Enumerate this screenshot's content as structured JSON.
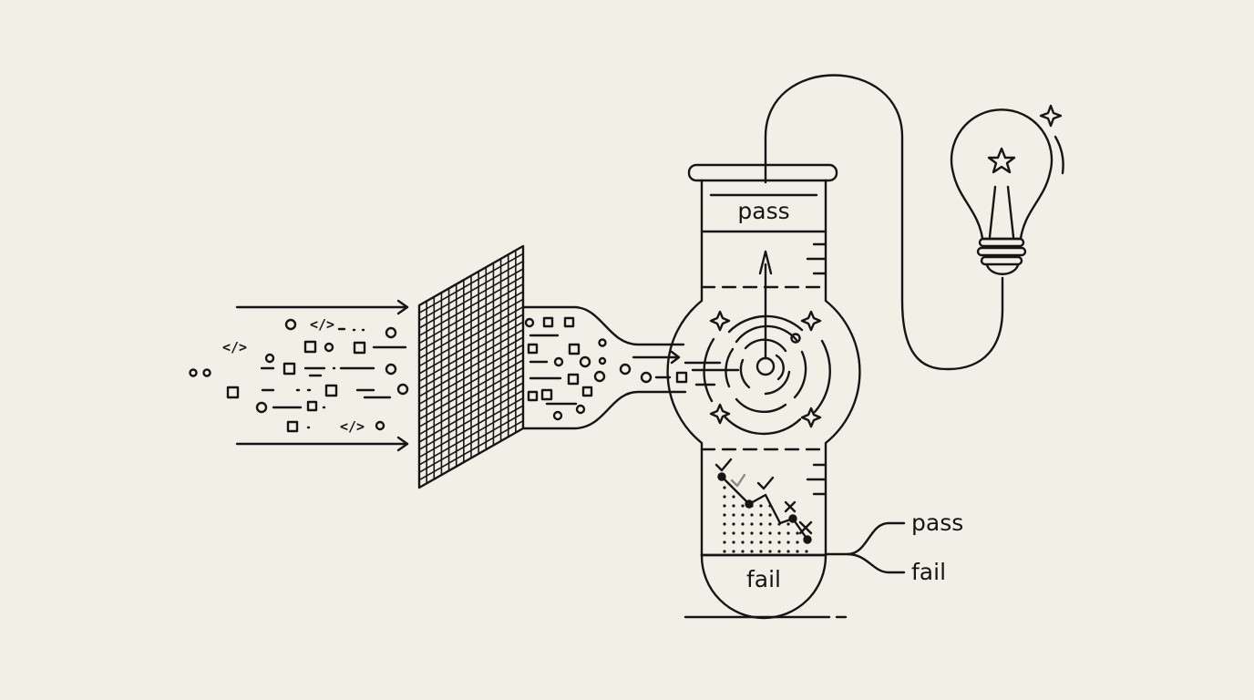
{
  "labels": {
    "flask_top": "pass",
    "flask_bottom": "fail",
    "side_pass": "pass",
    "side_fail": "fail"
  },
  "code_glyph": "</>",
  "colors": {
    "background": "#f2efe6",
    "ink": "#151515",
    "muted_check": "#8a8a8a"
  },
  "icons": [
    "arrow-icon",
    "filter-grid-icon",
    "funnel-pipe-icon",
    "flask-icon",
    "gauge-needle-icon",
    "sparkle-icon",
    "check-icon",
    "cross-icon",
    "lightbulb-icon",
    "star-icon",
    "cable-icon"
  ]
}
